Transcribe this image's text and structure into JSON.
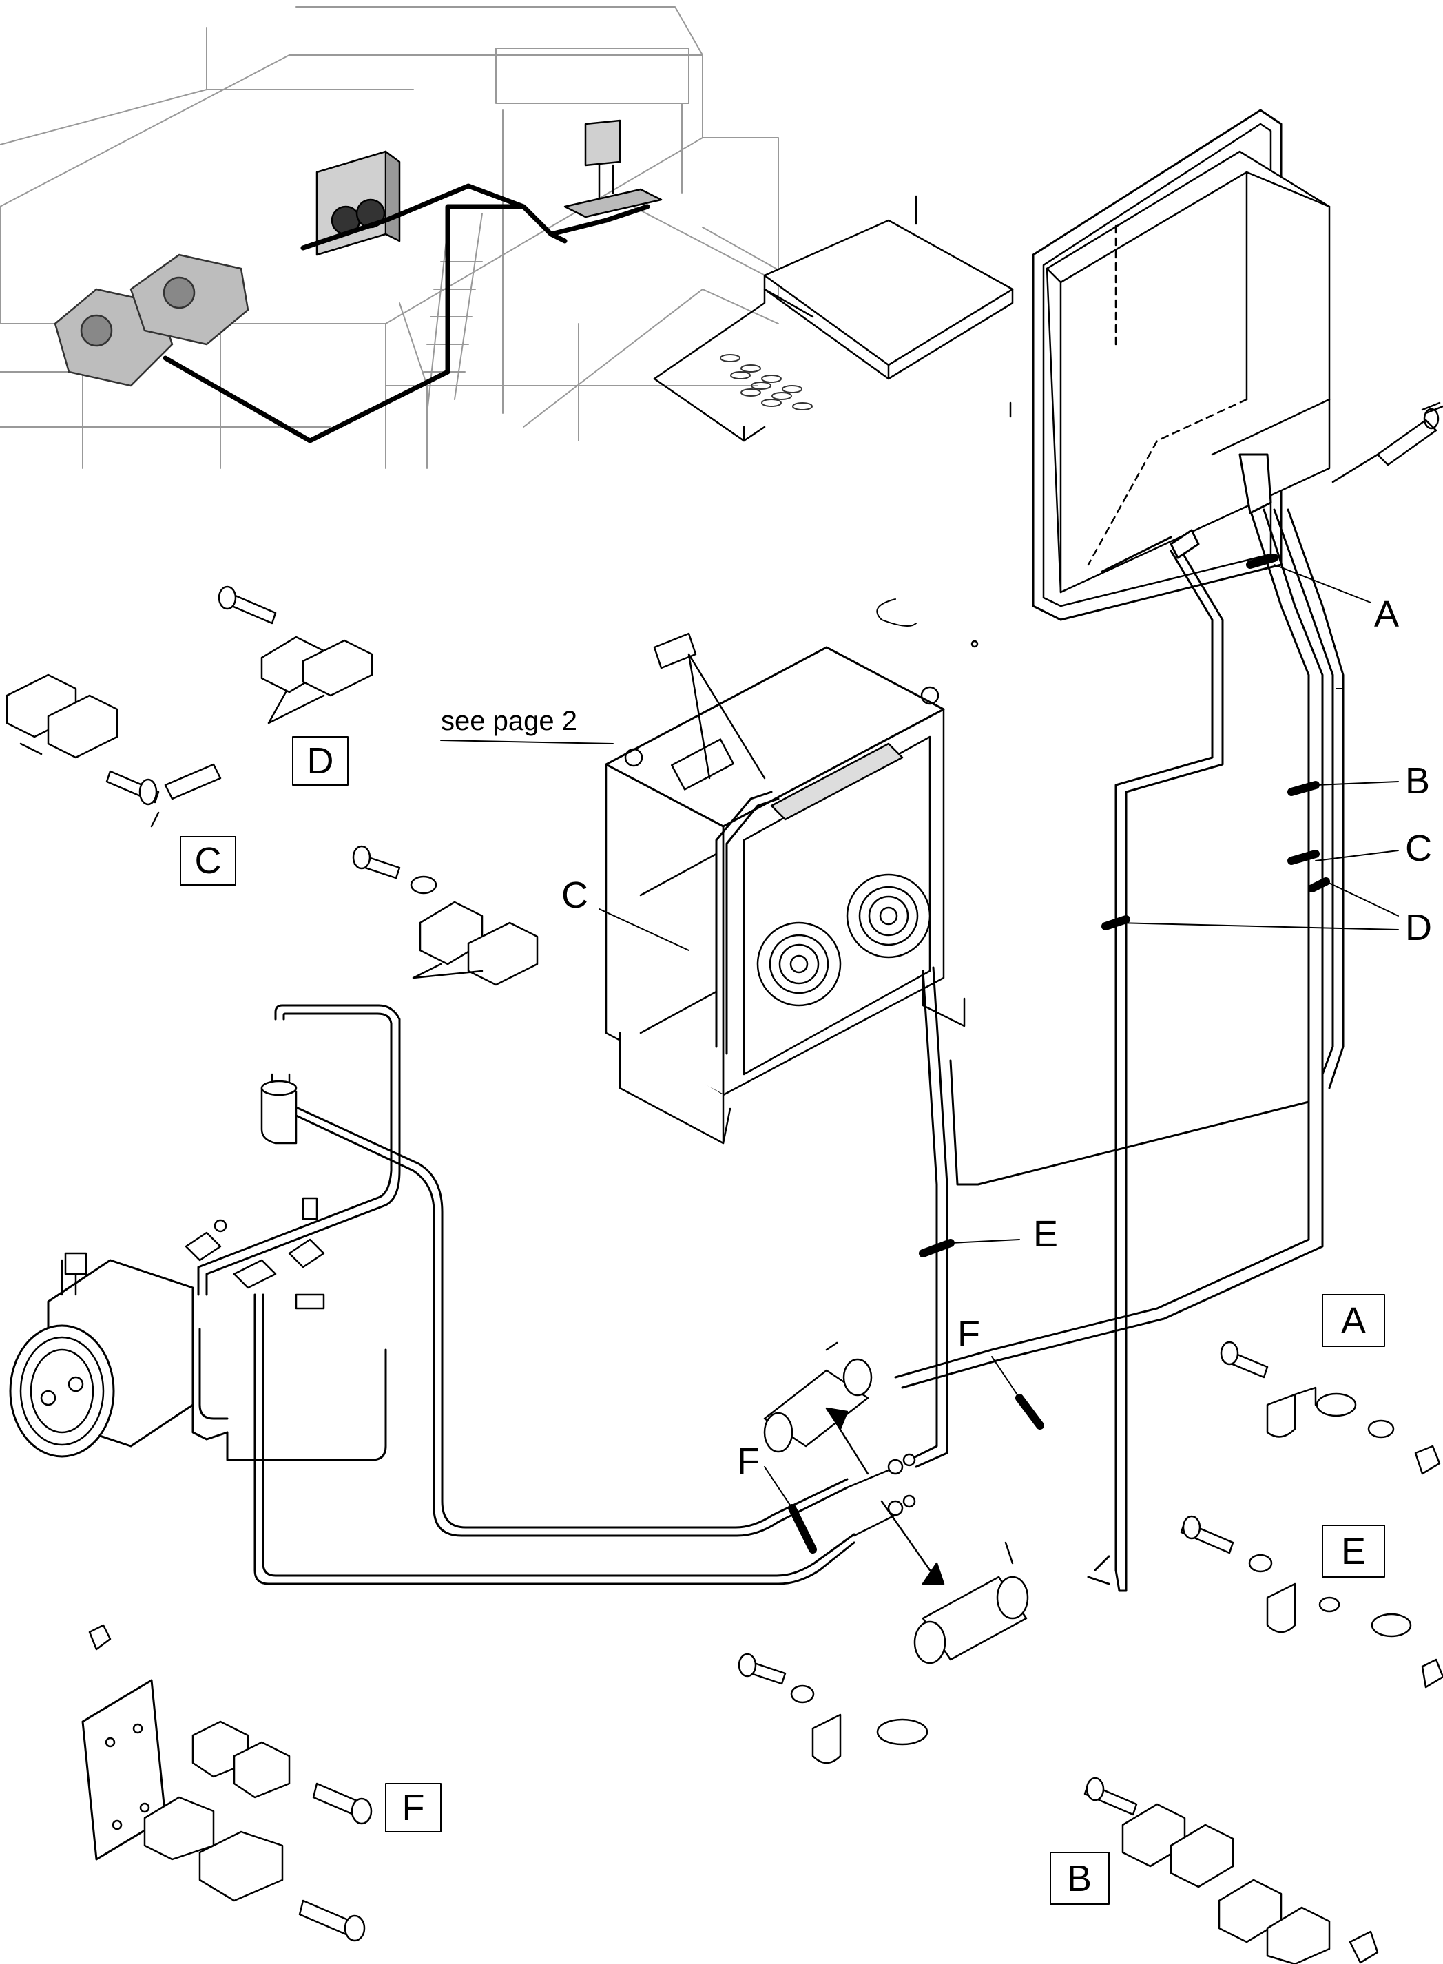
{
  "note": "see page 2",
  "callouts": {
    "a": "A",
    "b": "B",
    "c": "C",
    "d": "D",
    "e": "E",
    "f": "F"
  },
  "colors": {
    "line": "#000000",
    "fill": "#ffffff",
    "shade": "#cfcfcf",
    "dark": "#4a4a4a"
  }
}
